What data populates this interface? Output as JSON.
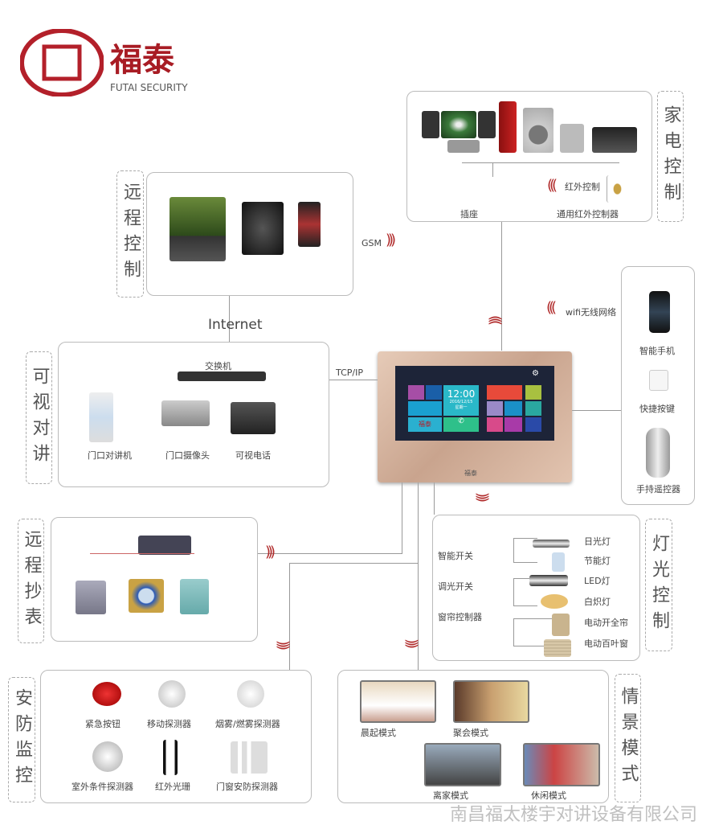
{
  "logo": {
    "cn": "福泰",
    "en": "FUTAI SECURITY",
    "colors": {
      "brand": "#b3202a"
    }
  },
  "remote": {
    "label": "远程控制",
    "gsm": "GSM",
    "internet": "Internet"
  },
  "appliance": {
    "label": "家电控制",
    "socket": "插座",
    "ir_control": "红外控制",
    "ir_controller": "通用红外控制器"
  },
  "intercom": {
    "label": "可视对讲",
    "switch": "交换机",
    "tcpip": "TCP/IP",
    "items": [
      "门口对讲机",
      "门口摄像头",
      "可视电话"
    ]
  },
  "panel": {
    "clock": "12:00",
    "date": "2016/12/15",
    "weekday": "星期一",
    "brand": "福泰"
  },
  "wifi": {
    "label": "wifi无线网络",
    "items": [
      "智能手机",
      "快捷按键",
      "手持遥控器"
    ]
  },
  "meter": {
    "label": "远程抄表"
  },
  "lighting": {
    "label": "灯光控制",
    "switches": [
      "智能开关",
      "调光开关",
      "窗帘控制器"
    ],
    "lamps": [
      "日光灯",
      "节能灯",
      "LED灯",
      "白炽灯",
      "电动开全帘",
      "电动百叶窗"
    ]
  },
  "security": {
    "label": "安防监控",
    "items": [
      "紧急按钮",
      "移动探测器",
      "烟雾/燃雾探测器",
      "室外条件探测器",
      "红外光珊",
      "门窗安防探测器"
    ]
  },
  "scene": {
    "label": "情景模式",
    "items": [
      "晨起模式",
      "聚会模式",
      "离家模式",
      "休闲模式"
    ]
  },
  "watermark": "南昌福太楼宇对讲设备有限公司"
}
